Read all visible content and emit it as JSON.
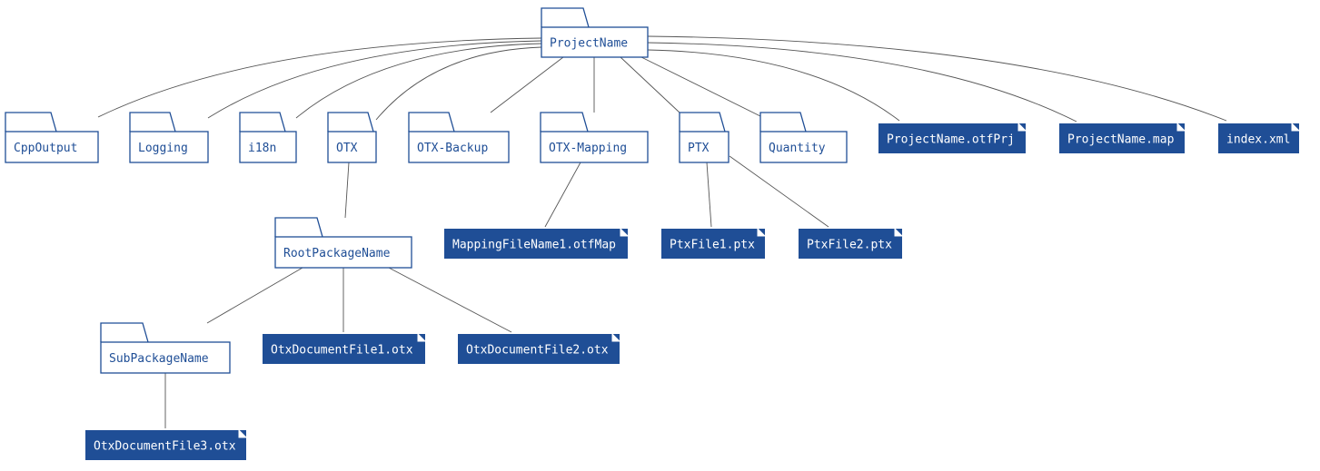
{
  "colors": {
    "folder_stroke": "#1f4e96",
    "file_fill": "#1f4e96",
    "file_text": "#ffffff",
    "folder_text": "#1f4e96",
    "edge": "#555555"
  },
  "nodes": {
    "project": {
      "label": "ProjectName",
      "kind": "folder"
    },
    "cppoutput": {
      "label": "CppOutput",
      "kind": "folder"
    },
    "logging": {
      "label": "Logging",
      "kind": "folder"
    },
    "i18n": {
      "label": "i18n",
      "kind": "folder"
    },
    "otx": {
      "label": "OTX",
      "kind": "folder"
    },
    "otxbackup": {
      "label": "OTX-Backup",
      "kind": "folder"
    },
    "otxmapping": {
      "label": "OTX-Mapping",
      "kind": "folder"
    },
    "ptx": {
      "label": "PTX",
      "kind": "folder"
    },
    "quantity": {
      "label": "Quantity",
      "kind": "folder"
    },
    "otfprj": {
      "label": "ProjectName.otfPrj",
      "kind": "file"
    },
    "map": {
      "label": "ProjectName.map",
      "kind": "file"
    },
    "indexxml": {
      "label": "index.xml",
      "kind": "file"
    },
    "rootpkg": {
      "label": "RootPackageName",
      "kind": "folder"
    },
    "mapping1": {
      "label": "MappingFileName1.otfMap",
      "kind": "file"
    },
    "ptx1": {
      "label": "PtxFile1.ptx",
      "kind": "file"
    },
    "ptx2": {
      "label": "PtxFile2.ptx",
      "kind": "file"
    },
    "subpkg": {
      "label": "SubPackageName",
      "kind": "folder"
    },
    "otxdoc1": {
      "label": "OtxDocumentFile1.otx",
      "kind": "file"
    },
    "otxdoc2": {
      "label": "OtxDocumentFile2.otx",
      "kind": "file"
    },
    "otxdoc3": {
      "label": "OtxDocumentFile3.otx",
      "kind": "file"
    }
  },
  "edges": [
    [
      "project",
      "cppoutput"
    ],
    [
      "project",
      "logging"
    ],
    [
      "project",
      "i18n"
    ],
    [
      "project",
      "otx"
    ],
    [
      "project",
      "otxbackup"
    ],
    [
      "project",
      "otxmapping"
    ],
    [
      "project",
      "ptx"
    ],
    [
      "project",
      "quantity"
    ],
    [
      "project",
      "otfprj"
    ],
    [
      "project",
      "map"
    ],
    [
      "project",
      "indexxml"
    ],
    [
      "otx",
      "rootpkg"
    ],
    [
      "otxmapping",
      "mapping1"
    ],
    [
      "ptx",
      "ptx1"
    ],
    [
      "ptx",
      "ptx2"
    ],
    [
      "rootpkg",
      "subpkg"
    ],
    [
      "rootpkg",
      "otxdoc1"
    ],
    [
      "rootpkg",
      "otxdoc2"
    ],
    [
      "subpkg",
      "otxdoc3"
    ]
  ]
}
